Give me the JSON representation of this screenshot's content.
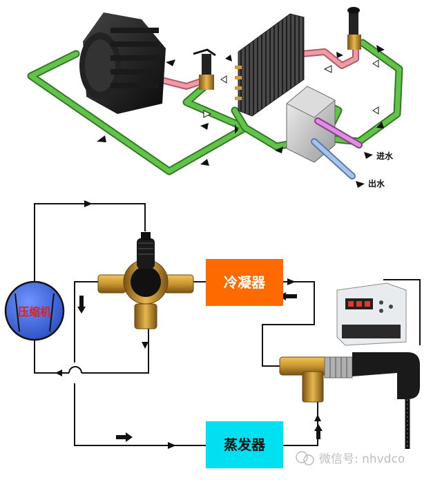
{
  "top_diagram": {
    "water_in_label": "进水",
    "water_out_label": "出水"
  },
  "bottom_diagram": {
    "compressor_label": "压缩机",
    "condenser_label": "冷凝器",
    "evaporator_label": "蒸发器"
  },
  "watermark": {
    "text": "微信号: nhvdco"
  },
  "colors": {
    "pipe_green": "#4caf3c",
    "pipe_pink": "#e99aa2",
    "pipe_magenta": "#d77ad6",
    "pipe_blue": "#8fb3e6",
    "condenser_box": "#ff6a00",
    "evaporator_box": "#00e0f0",
    "compressor_circle": "#3a63d6",
    "compressor_text": "#e0201a",
    "brass": "#c9962f",
    "line_black": "#111111"
  }
}
